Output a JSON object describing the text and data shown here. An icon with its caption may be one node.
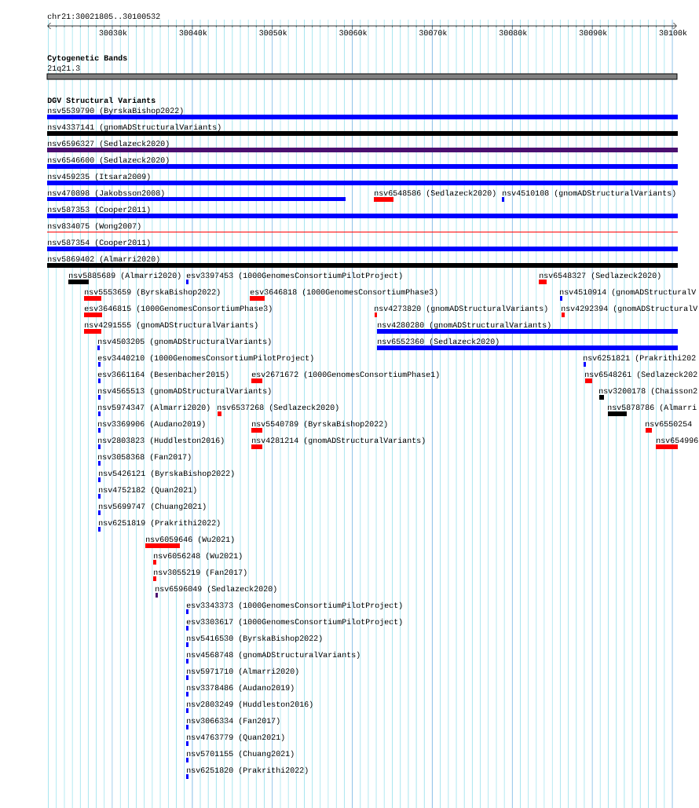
{
  "diagram": {
    "nodes": [
      {
        "text": [
          "21q21.3"
        ]
      },
      {
        "text": [
          "nsv5539790 (ByrskaBishop2022)"
        ]
      },
      {
        "text": [
          "nsv4337141 (gnomADStructuralVariants)"
        ]
      },
      {
        "text": [
          "nsv6596327 (Sedlazeck2020)"
        ]
      },
      {
        "text": [
          "nsv6546600 (Sedlazeck2020)"
        ]
      },
      {
        "text": [
          "nsv459235 (Itsara2009)"
        ]
      },
      {
        "text": [
          "nsv470898 (Jakobsson2008)"
        ]
      },
      {
        "text": [
          "nsv6548586 (Sedlazeck2020)"
        ]
      },
      {
        "text": [
          "nsv4510108 (gnomADStructuralVariants)"
        ]
      },
      {
        "text": [
          "nsv587353 (Cooper2011)"
        ]
      },
      {
        "text": [
          "nsv834075 (Wong2007)"
        ]
      },
      {
        "text": [
          "nsv587354 (Cooper2011)"
        ]
      },
      {
        "text": [
          "nsv5869402 (Almarri2020)"
        ]
      },
      {
        "text": [
          "nsv5885689 (Almarri2020)"
        ]
      },
      {
        "text": [
          "esv3397453 (1000GenomesConsortiumPilotProject)"
        ]
      },
      {
        "text": [
          "nsv6548327 (Sedlazeck2020)"
        ]
      },
      {
        "text": [
          "nsv5553659 (ByrskaBishop2022)"
        ]
      },
      {
        "text": [
          "esv3646818 (1000GenomesConsortiumPhase3)"
        ]
      },
      {
        "text": [
          "nsv4510914 (gnomADStructuralV"
        ]
      },
      {
        "text": [
          "esv3646815 (1000GenomesConsortiumPhase3)"
        ]
      },
      {
        "text": [
          "nsv4273820 (gnomADStructuralVariants)"
        ]
      },
      {
        "text": [
          "nsv4292394 (gnomADStructuralV"
        ]
      },
      {
        "text": [
          "nsv4291555 (gnomADStructuralVariants)"
        ]
      },
      {
        "text": [
          "nsv4280280 (gnomADStructuralVariants)"
        ]
      },
      {
        "text": [
          "nsv4503205 (gnomADStructuralVariants)"
        ]
      },
      {
        "text": [
          "nsv6552360 (Sedlazeck2020)"
        ]
      },
      {
        "text": [
          "esv3440210 (1000GenomesConsortiumPilotProject)"
        ]
      },
      {
        "text": [
          "nsv6251821 (Prakrithi202"
        ]
      },
      {
        "text": [
          "esv3661164 (Besenbacher2015)"
        ]
      },
      {
        "text": [
          "esv2671672 (1000GenomesConsortiumPhase1)"
        ]
      },
      {
        "text": [
          "nsv6548261 (Sedlazeck202"
        ]
      },
      {
        "text": [
          "nsv4565513 (gnomADStructuralVariants)"
        ]
      },
      {
        "text": [
          "nsv3200178 (Chaisson2"
        ]
      },
      {
        "text": [
          "nsv5974347 (Almarri2020)"
        ]
      },
      {
        "text": [
          "nsv6537268 (Sedlazeck2020)"
        ]
      },
      {
        "text": [
          "nsv5878786 (Almarri"
        ]
      },
      {
        "text": [
          "nsv3369906 (Audano2019)"
        ]
      },
      {
        "text": [
          "nsv5540789 (ByrskaBishop2022)"
        ]
      },
      {
        "text": [
          "nsv6550254"
        ]
      },
      {
        "text": [
          "nsv2803823 (Huddleston2016)"
        ]
      },
      {
        "text": [
          "nsv4281214 (gnomADStructuralVariants)"
        ]
      },
      {
        "text": [
          "nsv654996"
        ]
      },
      {
        "text": [
          "nsv3058368 (Fan2017)"
        ]
      },
      {
        "text": [
          "nsv5426121 (ByrskaBishop2022)"
        ]
      },
      {
        "text": [
          "nsv4752182 (Quan2021)"
        ]
      },
      {
        "text": [
          "nsv5699747 (Chuang2021)"
        ]
      },
      {
        "text": [
          "nsv6251819 (Prakrithi2022)"
        ]
      },
      {
        "text": [
          "nsv6059646 (Wu2021)"
        ]
      },
      {
        "text": [
          "nsv6056248 (Wu2021)"
        ]
      },
      {
        "text": [
          "nsv3055219 (Fan2017)"
        ]
      },
      {
        "text": [
          "nsv6596049 (Sedlazeck2020)"
        ]
      },
      {
        "text": [
          "esv3343373 (1000GenomesConsortiumPilotProject)"
        ]
      },
      {
        "text": [
          "esv3303617 (1000GenomesConsortiumPilotProject)"
        ]
      },
      {
        "text": [
          "nsv5416530 (ByrskaBishop2022)"
        ]
      },
      {
        "text": [
          "nsv4568748 (gnomADStructuralVariants)"
        ]
      },
      {
        "text": [
          "nsv5971710 (Almarri2020)"
        ]
      },
      {
        "text": [
          "nsv3378486 (Audano2019)"
        ]
      },
      {
        "text": [
          "nsv2803249 (Huddleston2016)"
        ]
      },
      {
        "text": [
          "nsv3066334 (Fan2017)"
        ]
      },
      {
        "text": [
          "nsv4763779 (Quan2021)"
        ]
      },
      {
        "text": [
          "nsv5701155 (Chuang2021)"
        ]
      },
      {
        "text": [
          "nsv6251820 (Prakrithi2022)"
        ]
      }
    ],
    "labels": [
      "chr21:30021805..30100532",
      "30030k",
      "30040k",
      "30050k",
      "30060k",
      "30070k",
      "30080k",
      "30090k",
      "30100k",
      "Cytogenetic Bands",
      "DGV Structural Variants"
    ]
  }
}
